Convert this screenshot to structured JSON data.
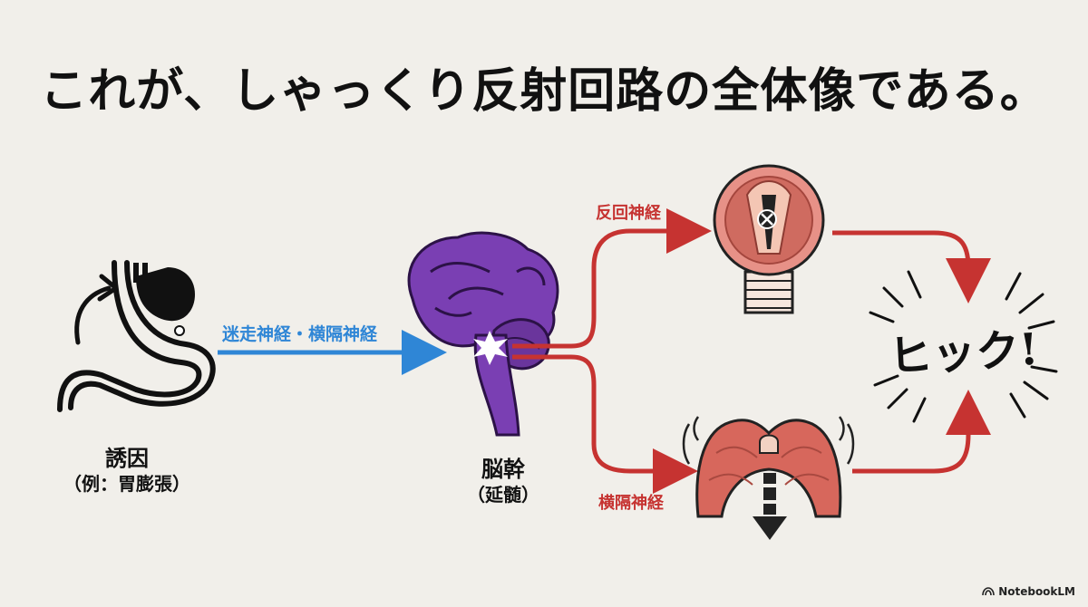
{
  "title": "これが、しゃっくり反射回路の全体像である。",
  "nerves": {
    "vagus_phrenic": "迷走神経・横隔神経",
    "recurrent_laryngeal": "反回神経",
    "phrenic": "横隔神経"
  },
  "trigger": {
    "label": "誘因",
    "example": "（例：胃膨張）"
  },
  "brainstem": {
    "label": "脳幹",
    "detail": "（延髄）"
  },
  "result": "ヒック!",
  "branding": "NotebookLM",
  "colors": {
    "blue": "#2f86d6",
    "red": "#c63331",
    "brain": "#7a3fb3"
  }
}
